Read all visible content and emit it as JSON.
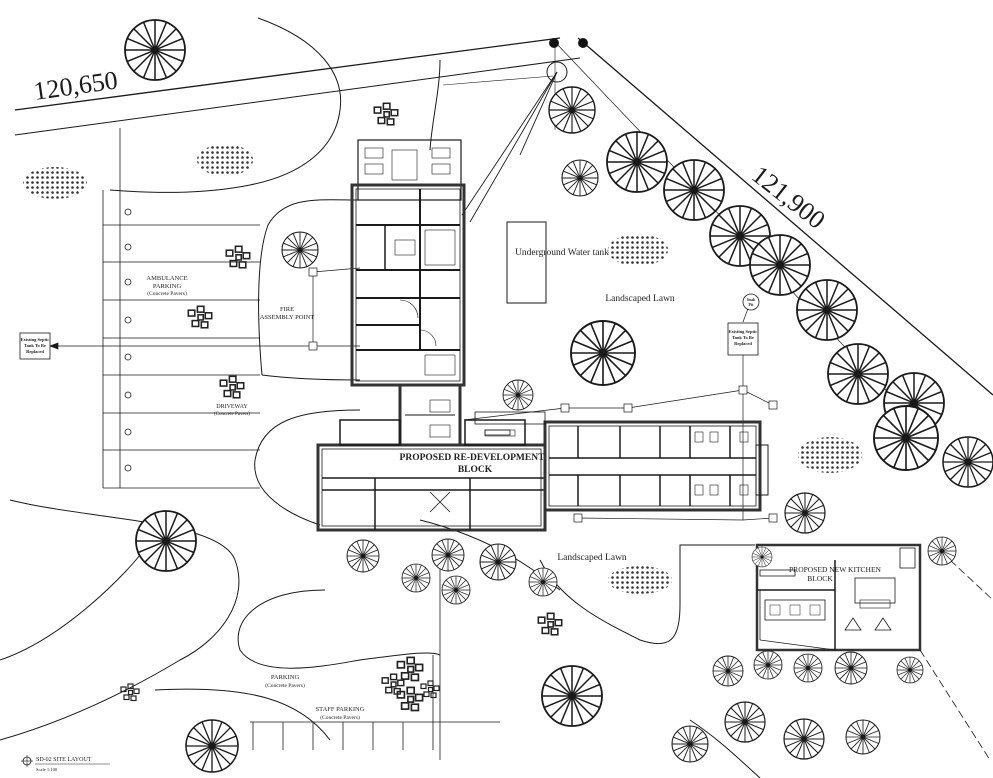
{
  "drawing": {
    "labels": {
      "boundary_west": "120,650",
      "boundary_east": "121,900",
      "water_tank": "Underground Water tank",
      "lawn_north": "Landscaped Lawn",
      "lawn_south": "Landscaped Lawn",
      "main_block_line1": "PROPOSED RE-DEVELOPMENT",
      "main_block_line2": "BLOCK",
      "kitchen_line1": "PROPOSED NEW KITCHEN",
      "kitchen_line2": "BLOCK",
      "ambulance_line1": "AMBULANCE",
      "ambulance_line2": "PARKING",
      "ambulance_line3": "(Concrete Pavers)",
      "fire_line1": "FIRE",
      "fire_line2": "ASSEMBLY POINT",
      "driveway_line1": "DRIVEWAY",
      "driveway_line2": "(Concrete Pavers)",
      "parking_line1": "PARKING",
      "parking_line2": "(Concrete Pavers)",
      "staff_line1": "STAFF PARKING",
      "staff_line2": "(Concrete Pavers)",
      "septic_west_line1": "Existing Septic",
      "septic_west_line2": "Tank To Be",
      "septic_west_line3": "Replaced",
      "septic_east_line1": "Existing Septic",
      "septic_east_line2": "Tank To Be",
      "septic_east_line3": "Replaced",
      "soak_pit_line1": "Soak",
      "soak_pit_line2": "Pit",
      "title_code": "SD-02 SITE LAYOUT",
      "title_scale": "Scale 1:100"
    },
    "colors": {
      "line": "#1a1a1a",
      "hatch": "#555555",
      "paper": "#ffffff"
    }
  }
}
